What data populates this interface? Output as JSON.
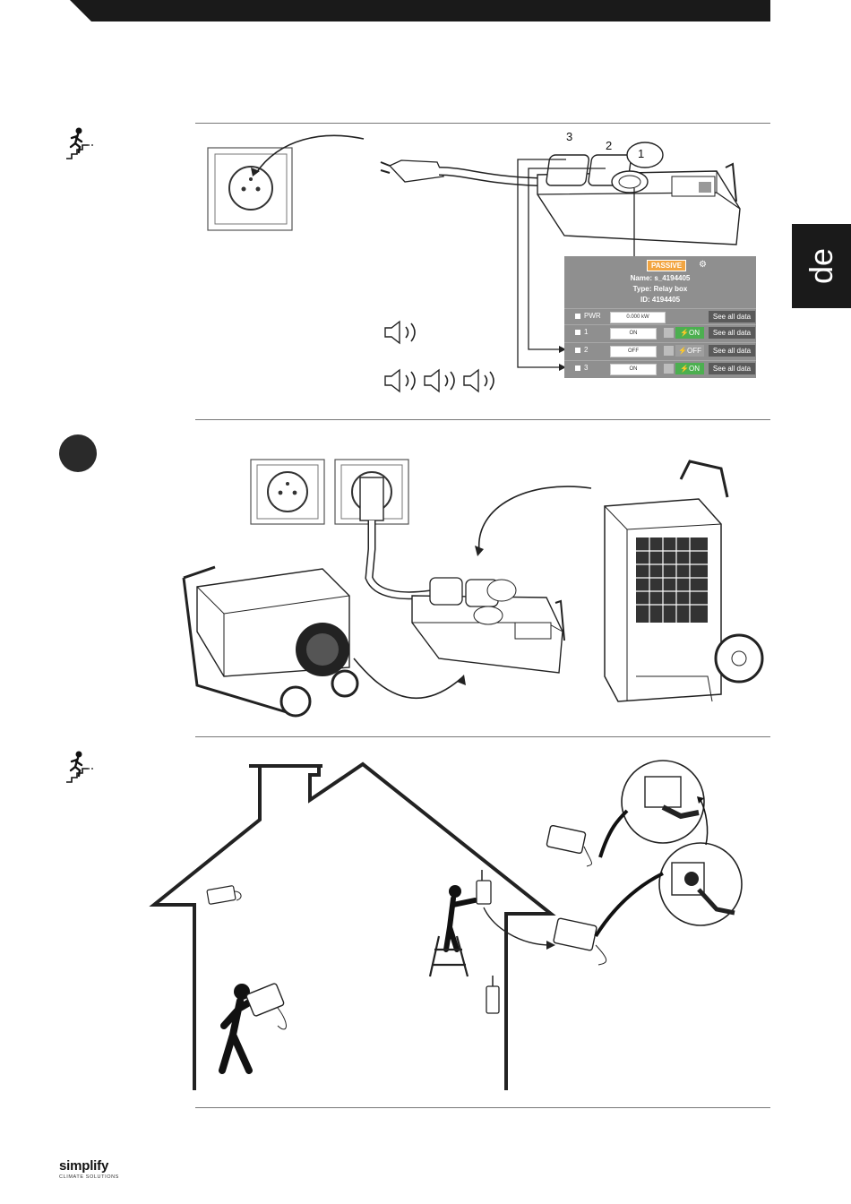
{
  "language_tab": "de",
  "callouts": [
    "3",
    "2",
    "1"
  ],
  "relay_panel": {
    "status": "PASSIVE",
    "name": "Name: s_4194405",
    "type": "Type: Relay box",
    "id": "ID: 4194405",
    "rows": [
      {
        "label": "PWR",
        "value": "0.000 kW",
        "button": "",
        "link": "See all data"
      },
      {
        "label": "1",
        "value": "ON",
        "button": "ON",
        "link": "See all data"
      },
      {
        "label": "2",
        "value": "OFF",
        "button": "OFF",
        "link": "See all data"
      },
      {
        "label": "3",
        "value": "ON",
        "button": "ON",
        "link": "See all data"
      }
    ]
  },
  "logo": {
    "name": "simplify",
    "tagline": "CLIMATE SOLUTIONS"
  },
  "icons": {
    "step": "stairs-climber-icon",
    "gear": "gear-icon",
    "speaker": "speaker-icon",
    "bolt": "bolt-icon"
  },
  "colors": {
    "bar": "#1a1a1a",
    "panel": "#8f8f8f",
    "badge": "#f2a541",
    "on": "#4caf50",
    "off": "#9e9e9e"
  }
}
